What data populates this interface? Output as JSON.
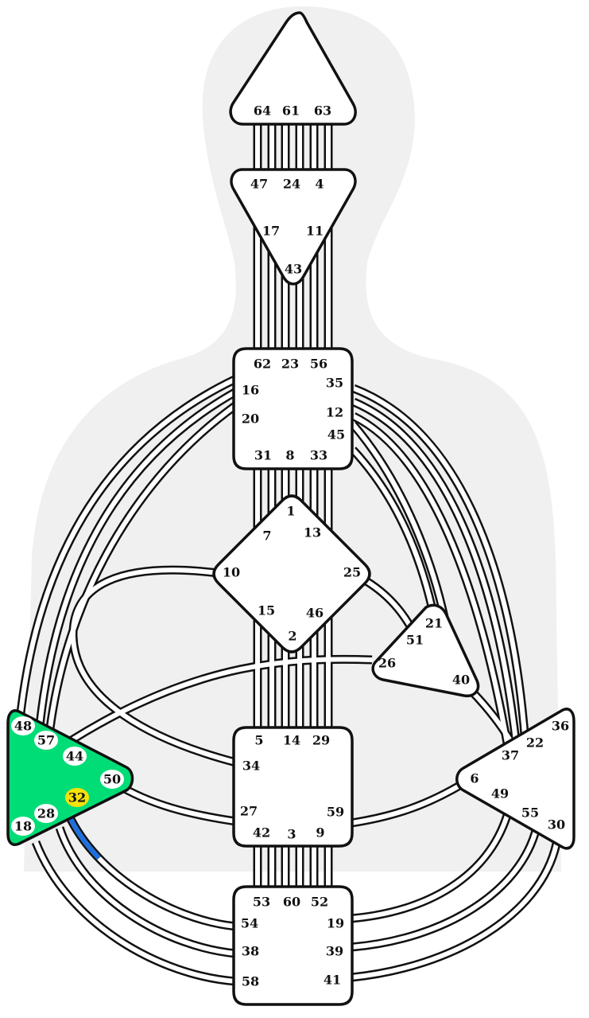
{
  "colors": {
    "background": "#ffffff",
    "silhouette": "#f0f0f0",
    "line": "#111111",
    "centre_default": "#ffffff",
    "centre_defined": "#00dd77",
    "gate_highlight": "#f5e20a",
    "channel_activation": "#1f6fe0"
  },
  "centres": {
    "head": {
      "defined": false,
      "gates": [
        "64",
        "61",
        "63"
      ]
    },
    "ajna": {
      "defined": false,
      "gates": [
        "47",
        "24",
        "4",
        "17",
        "11",
        "43"
      ]
    },
    "throat": {
      "defined": false,
      "gates": [
        "62",
        "23",
        "56",
        "16",
        "35",
        "20",
        "12",
        "45",
        "31",
        "8",
        "33"
      ]
    },
    "g": {
      "defined": false,
      "gates": [
        "1",
        "7",
        "13",
        "10",
        "25",
        "15",
        "46",
        "2"
      ]
    },
    "heart": {
      "defined": false,
      "gates": [
        "21",
        "51",
        "26",
        "40"
      ]
    },
    "spleen": {
      "defined": true,
      "gates": [
        "48",
        "57",
        "44",
        "50",
        "32",
        "28",
        "18"
      ]
    },
    "sacral": {
      "defined": false,
      "gates": [
        "5",
        "14",
        "29",
        "34",
        "27",
        "59",
        "42",
        "3",
        "9"
      ]
    },
    "solar_plexus": {
      "defined": false,
      "gates": [
        "36",
        "22",
        "37",
        "6",
        "49",
        "55",
        "30"
      ]
    },
    "root": {
      "defined": false,
      "gates": [
        "53",
        "60",
        "52",
        "54",
        "19",
        "38",
        "39",
        "58",
        "41"
      ]
    }
  },
  "highlighted_gates": [
    "32"
  ],
  "active_channel_segment": {
    "from_gate": "32",
    "to_gate": "54",
    "fraction": 0.25
  }
}
